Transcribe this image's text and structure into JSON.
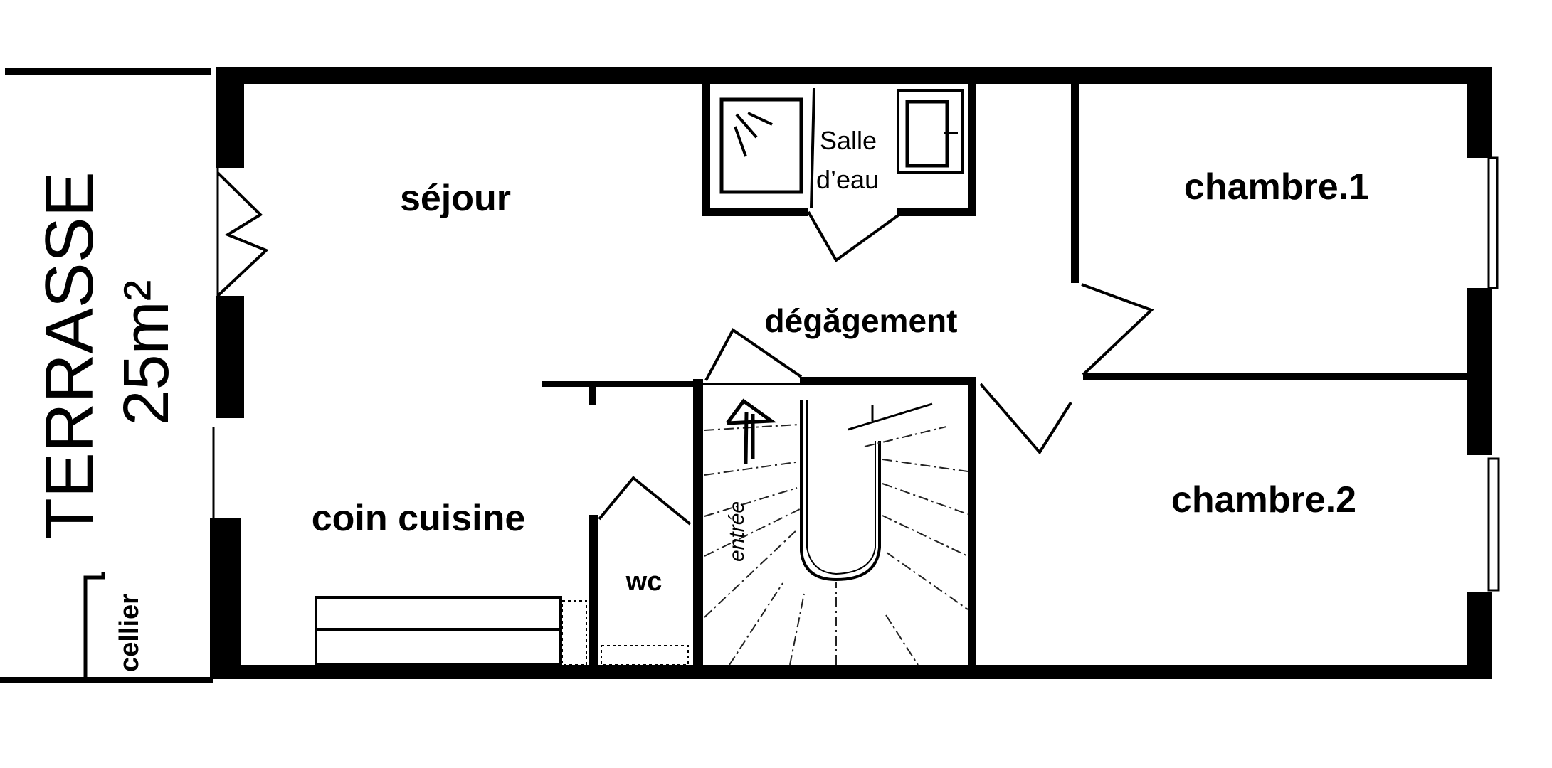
{
  "plan": {
    "rooms": {
      "sejour": "séjour",
      "salle_line1": "Salle",
      "salle_line2": "d’eau",
      "chambre1": "chambre.1",
      "chambre2": "chambre.2",
      "degagement": "dégăgement",
      "coin_cuisine": "coin cuisine",
      "wc": "wc",
      "cellier": "cellier",
      "terrasse": "TERRASSE",
      "terrasse_area": "25m²"
    },
    "stairs_note": "entrée",
    "colors": {
      "ink": "#000000",
      "background": "#ffffff"
    }
  }
}
